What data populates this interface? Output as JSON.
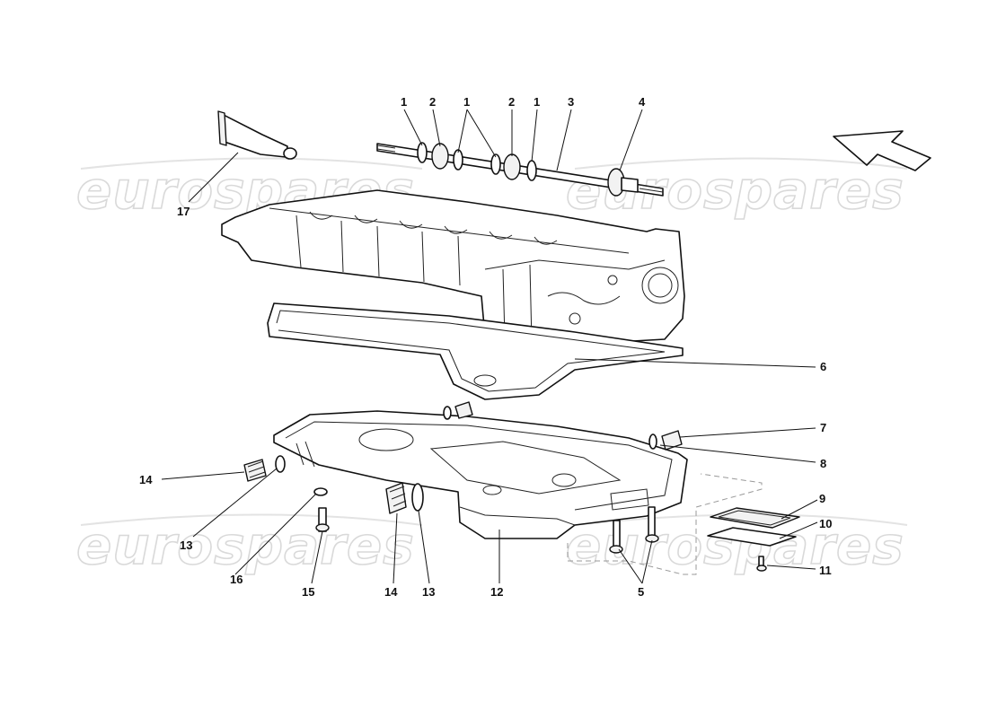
{
  "watermark": {
    "text": "eurospares"
  },
  "callouts": {
    "c1a": "1",
    "c2a": "2",
    "c1b": "1",
    "c2b": "2",
    "c1c": "1",
    "c3": "3",
    "c4": "4",
    "c17": "17",
    "c6": "6",
    "c7": "7",
    "c8": "8",
    "c14a": "14",
    "c13a": "13",
    "c16": "16",
    "c15": "15",
    "c14b": "14",
    "c13b": "13",
    "c12": "12",
    "c5": "5",
    "c9": "9",
    "c10": "10",
    "c11": "11"
  },
  "icons": {
    "direction": "direction-arrow-icon"
  }
}
